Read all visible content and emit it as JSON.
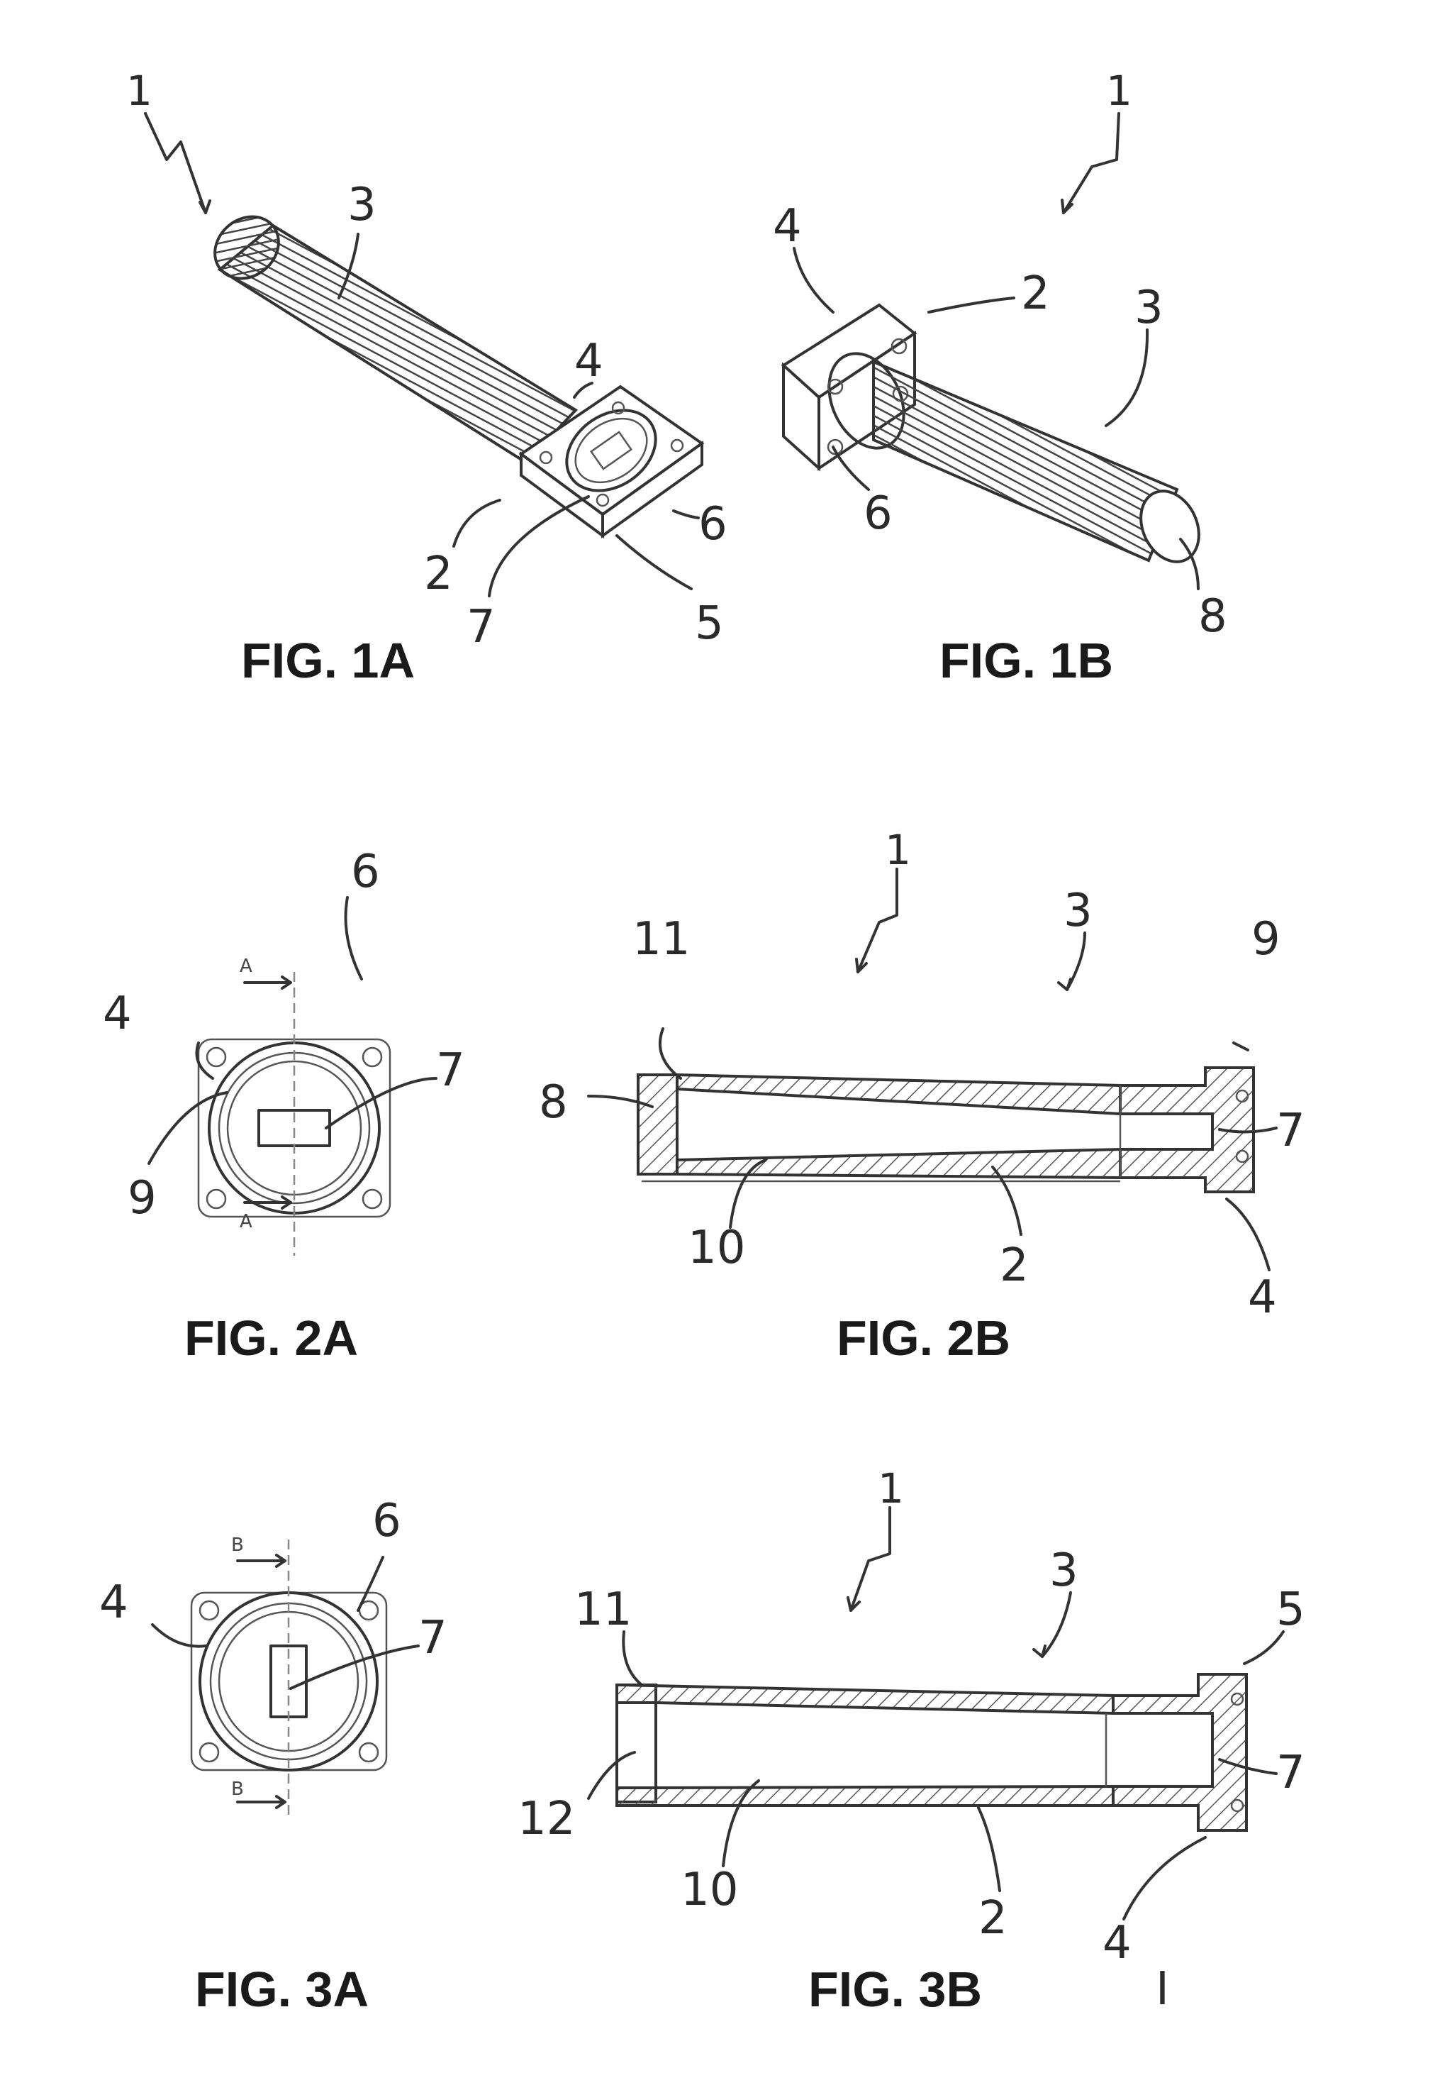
{
  "figures": {
    "fig1a": {
      "caption": "FIG. 1A",
      "labels": {
        "assembly": "1",
        "tube": "2",
        "thread": "3",
        "flange": "4",
        "seal": "5",
        "holes": "6",
        "port": "7"
      }
    },
    "fig1b": {
      "caption": "FIG. 1B",
      "labels": {
        "assembly": "1",
        "tube": "2",
        "thread": "3",
        "flange": "4",
        "holes": "6",
        "end": "8"
      }
    },
    "fig2a": {
      "caption": "FIG. 2A",
      "labels": {
        "flange": "4",
        "holes": "6",
        "port": "7",
        "groove": "9",
        "section_top": "A",
        "section_bottom": "A"
      }
    },
    "fig2b": {
      "caption": "FIG. 2B",
      "labels": {
        "assembly": "1",
        "tube": "2",
        "thread": "3",
        "flange": "4",
        "port": "7",
        "end": "8",
        "groove": "9",
        "bore": "10",
        "rim": "11"
      }
    },
    "fig3a": {
      "caption": "FIG. 3A",
      "labels": {
        "flange": "4",
        "holes": "6",
        "port": "7",
        "section_top": "B",
        "section_bottom": "B"
      }
    },
    "fig3b": {
      "caption": "FIG. 3B",
      "labels": {
        "assembly": "1",
        "tube": "2",
        "thread": "3",
        "flange": "4",
        "seal": "5",
        "port": "7",
        "bore": "10",
        "rim": "11",
        "opening": "12"
      }
    }
  },
  "page_mark": "I"
}
